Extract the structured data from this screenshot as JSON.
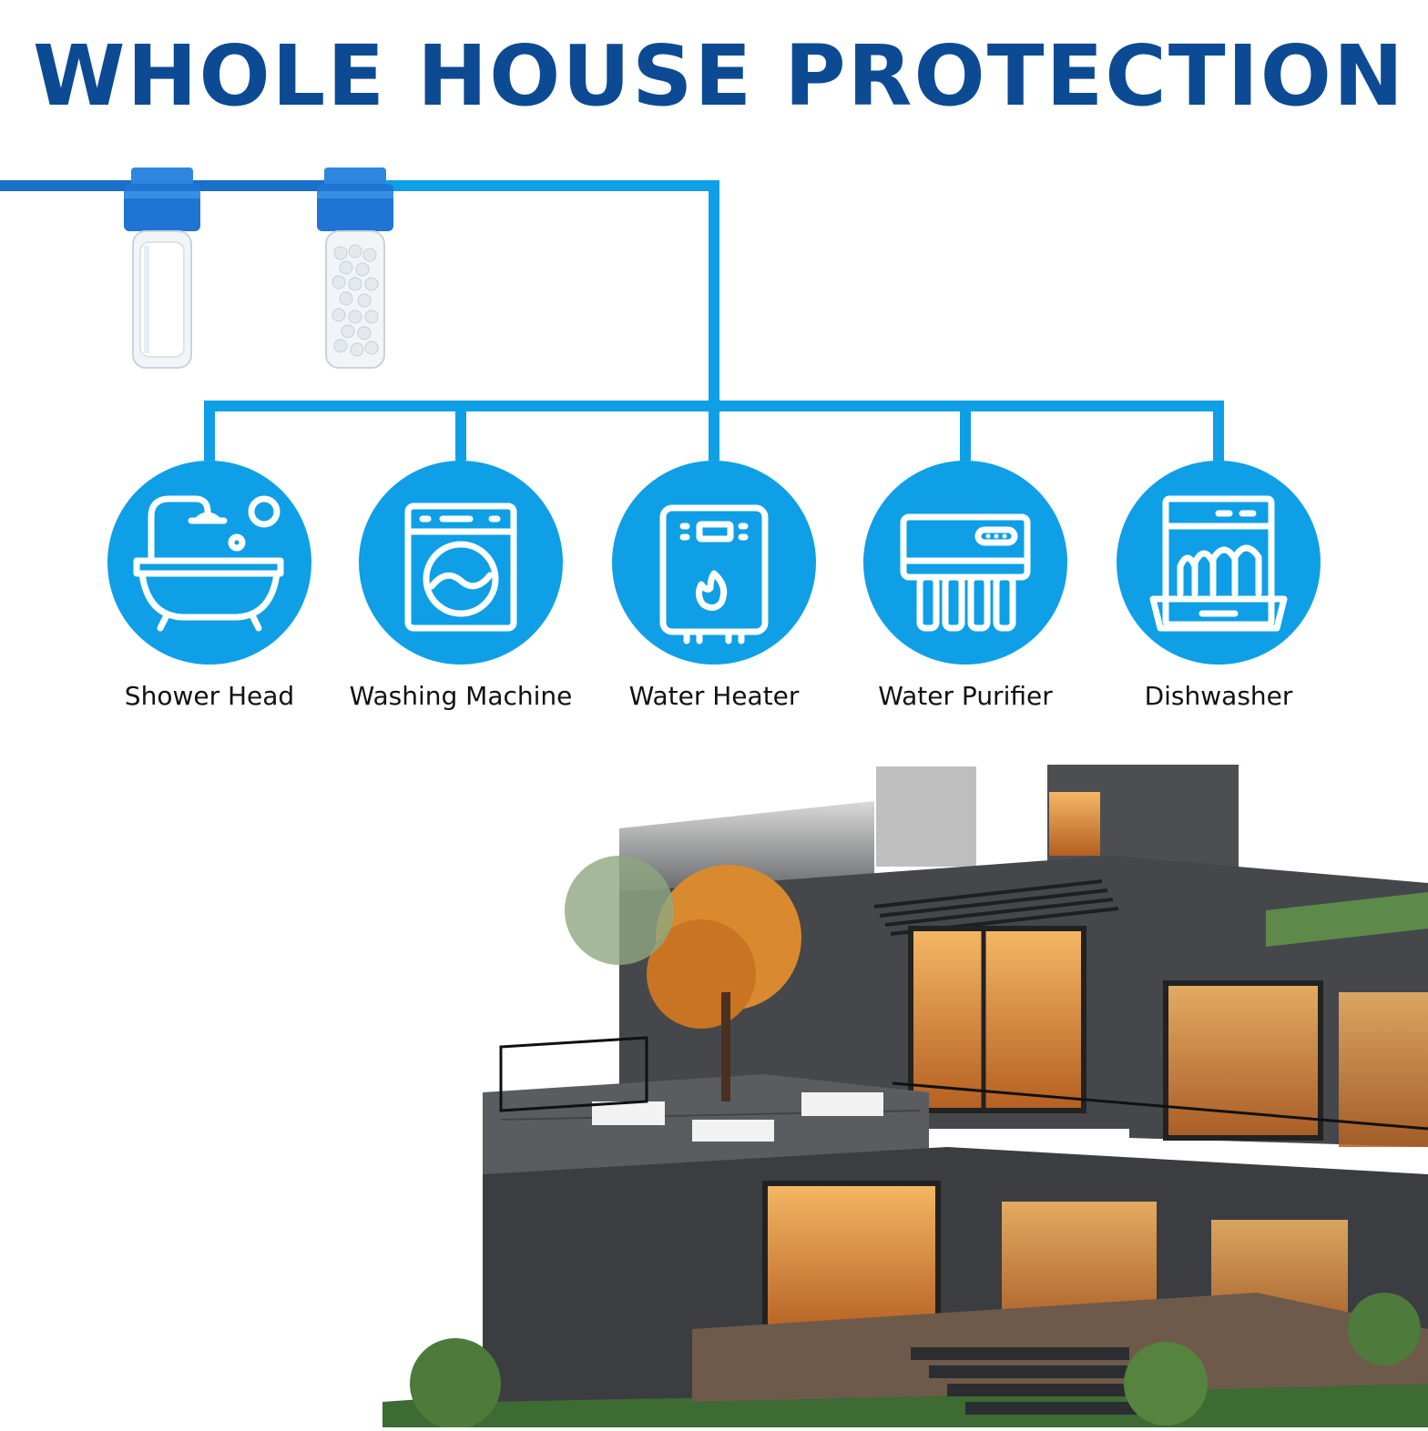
{
  "headline": "WHOLE HOUSE PROTECTION",
  "colors": {
    "headline": "#0c4b93",
    "pipe": "#0e9fe6",
    "icon_circle": "#0e9fe6",
    "filter_cap": "#1f74d4"
  },
  "filters": [
    {
      "icon": "sediment-filter-housing"
    },
    {
      "icon": "scale-inhibitor-filter-housing"
    }
  ],
  "appliances": [
    {
      "label": "Shower Head",
      "icon": "bathtub-shower-icon"
    },
    {
      "label": "Washing Machine",
      "icon": "washing-machine-icon"
    },
    {
      "label": "Water Heater",
      "icon": "water-heater-icon"
    },
    {
      "label": "Water Purifier",
      "icon": "water-purifier-icon"
    },
    {
      "label": "Dishwasher",
      "icon": "dishwasher-icon"
    }
  ],
  "illustration": {
    "icon": "modern-house-illustration"
  }
}
